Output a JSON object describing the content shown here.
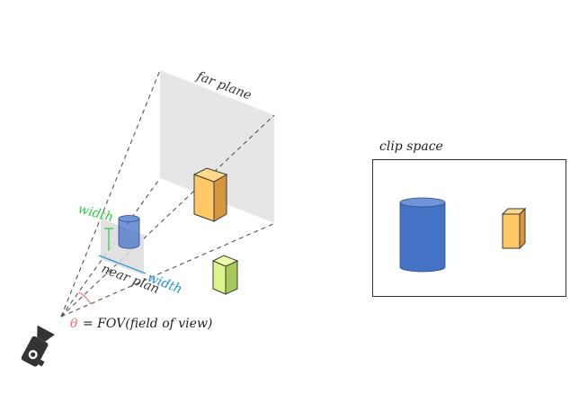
{
  "labels": {
    "far_plane": "far plane",
    "near_plane": "near plan",
    "width_vertical": "width",
    "width_horizontal": "width",
    "theta": "θ",
    "fov_formula": "= FOV(field of view)",
    "clip_space": "clip space"
  },
  "colors": {
    "theta": "#ff6b6b",
    "width_vertical": "#2ecc40",
    "width_horizontal": "#1e90d6",
    "orange_box": "#ffc864",
    "blue_cylinder": "#4472c4",
    "green_box": "#ddf58a",
    "plane": "#e6e6e6"
  },
  "icons": {
    "camera": "video-camera-icon"
  }
}
